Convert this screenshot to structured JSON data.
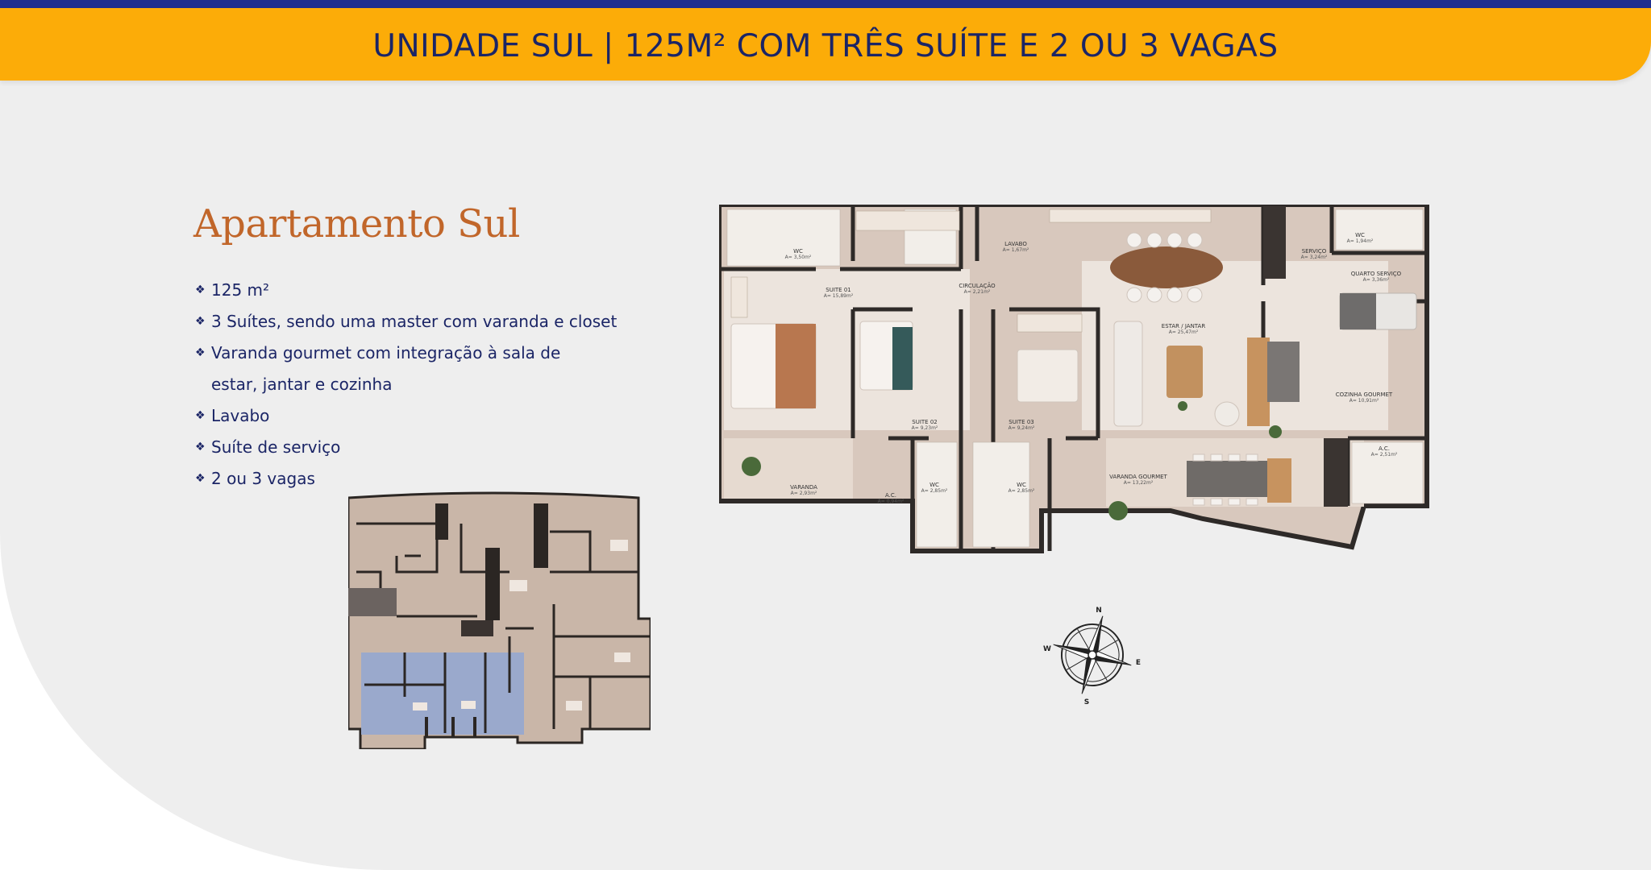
{
  "colors": {
    "banner_background": "#fcac08",
    "top_stripe": "#1f2f8f",
    "title_text": "#1b2566",
    "heading_accent": "#c1662a",
    "panel_background": "#eeeeee",
    "key_plan_highlight": "#9aa9cc"
  },
  "banner": {
    "title": "UNIDADE SUL | 125M² COM TRÊS SUÍTE E 2 OU 3 VAGAS"
  },
  "apartment": {
    "title": "Apartamento Sul",
    "bullet_icon": "diamond-bullet-icon",
    "features": [
      "125 m²",
      "3 Suítes, sendo uma master com varanda e closet",
      "Varanda gourmet com integração à sala de",
      "estar, jantar e cozinha",
      "Lavabo",
      "Suíte de serviço",
      "2 ou 3 vagas"
    ]
  },
  "floor_plan": {
    "rooms": {
      "wc1": {
        "label": "WC",
        "area": "A= 3,50m²"
      },
      "lavabo": {
        "label": "LAVABO",
        "area": "A= 1,67m²"
      },
      "suite01": {
        "label": "SUITE 01",
        "area": "A= 15,89m²"
      },
      "circulacao": {
        "label": "CIRCULAÇÃO",
        "area": "A= 2,21m²"
      },
      "estar_jantar": {
        "label": "ESTAR / JANTAR",
        "area": "A= 25,47m²"
      },
      "servico": {
        "label": "SERVIÇO",
        "area": "A= 3,24m²"
      },
      "wc_servico": {
        "label": "WC",
        "area": "A= 1,94m²"
      },
      "quarto_servico": {
        "label": "QUARTO SERVIÇO",
        "area": "A= 3,36m²"
      },
      "suite02": {
        "label": "SUITE 02",
        "area": "A= 9,23m²"
      },
      "suite03": {
        "label": "SUITE 03",
        "area": "A= 9,24m²"
      },
      "cozinha_gourmet": {
        "label": "COZINHA GOURMET",
        "area": "A= 10,91m²"
      },
      "varanda": {
        "label": "VARANDA",
        "area": "A= 2,93m²"
      },
      "ac1": {
        "label": "A.C.",
        "area": "A= 0,94m²"
      },
      "wc2": {
        "label": "WC",
        "area": "A= 2,85m²"
      },
      "wc3": {
        "label": "WC",
        "area": "A= 2,85m²"
      },
      "varanda_gourmet": {
        "label": "VARANDA GOURMET",
        "area": "A= 13,22m²"
      },
      "ac2": {
        "label": "A.C.",
        "area": "A= 2,51m²"
      }
    }
  },
  "compass": {
    "north": "N",
    "south": "S",
    "east": "E",
    "west": "W"
  }
}
